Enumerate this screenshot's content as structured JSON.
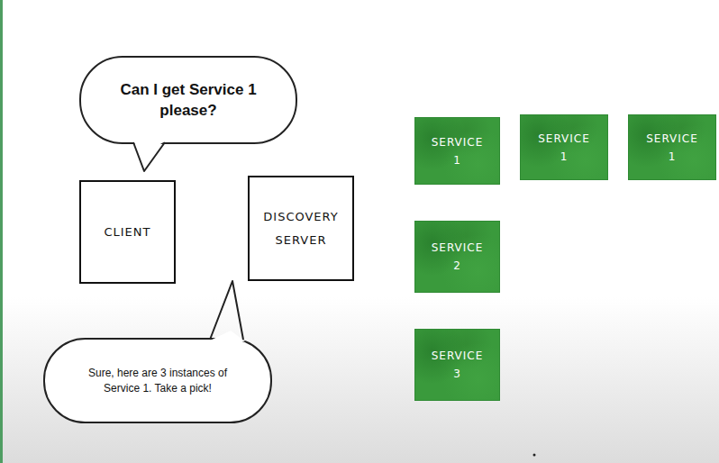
{
  "diagram": {
    "nodes": [
      {
        "text": [
          "Can I get Service 1 please?"
        ]
      },
      {
        "text": [
          "CLIENT"
        ]
      },
      {
        "text": [
          "DISCOVERY SERVER"
        ]
      },
      {
        "text": [
          "Sure, here are 3 instances of Service 1. Take a pick!"
        ]
      },
      {
        "text": [
          "SERVICE 1"
        ]
      },
      {
        "text": [
          "SERVICE 1"
        ]
      },
      {
        "text": [
          "SERVICE 1"
        ]
      },
      {
        "text": [
          "SERVICE 2"
        ]
      },
      {
        "text": [
          "SERVICE 3"
        ]
      }
    ]
  }
}
